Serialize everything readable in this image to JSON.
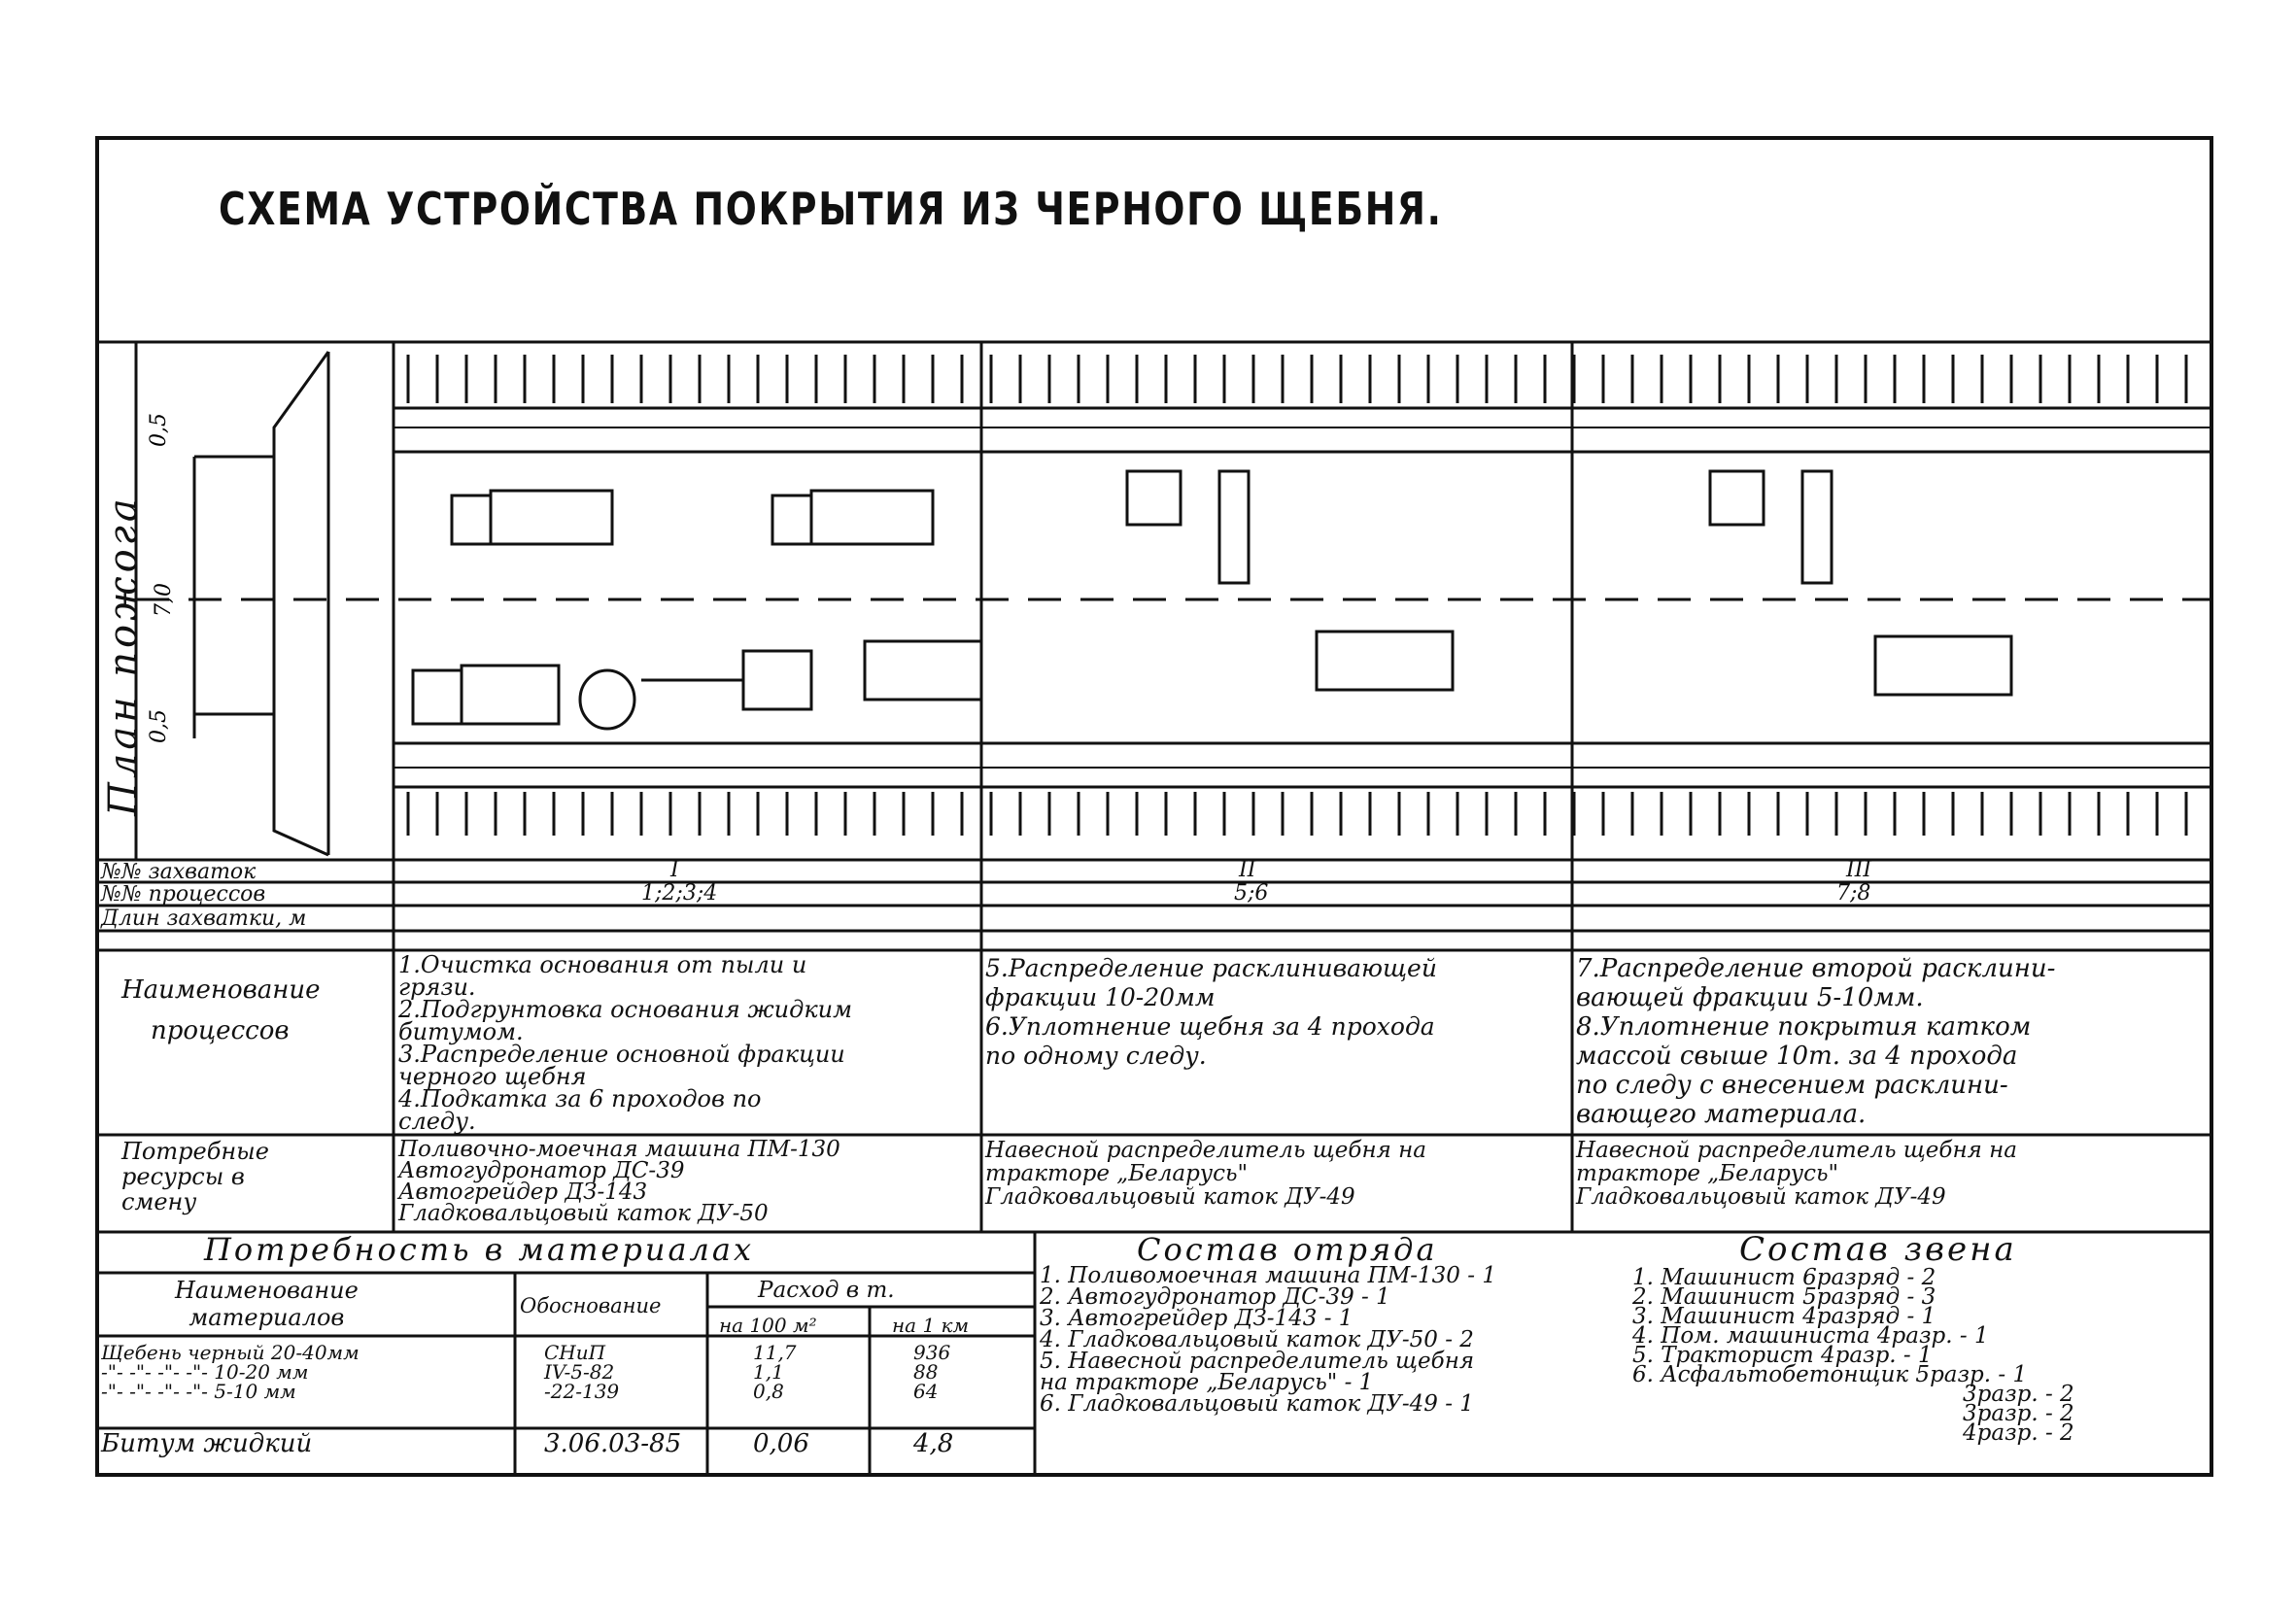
{
  "title": "СХЕМА УСТРОЙСТВА ПОКРЫТИЯ ИЗ ЧЕРНОГО ЩЕБНЯ.",
  "plan": {
    "side_label": "План пожога",
    "dims": [
      "0,5",
      "7,0",
      "0,5"
    ]
  },
  "rows": {
    "captures_label": "№№ захваток",
    "processes_label": "№№ процессов",
    "length_label": "Длин захватки, м",
    "captures": [
      "I",
      "II",
      "III"
    ],
    "processes": [
      "1;2;3;4",
      "5;6",
      "7;8"
    ]
  },
  "process_names": {
    "label": [
      "Наименование",
      "процессов"
    ],
    "col1": [
      "1.Очистка основания от пыли и",
      "грязи.",
      "2.Подгрунтовка основания жидким",
      "битумом.",
      "3.Распределение основной фракции",
      "черного щебня",
      "4.Подкатка за 6 проходов по",
      "следу."
    ],
    "col2": [
      "5.Распределение расклинивающей",
      "фракции 10-20мм",
      "6.Уплотнение щебня за 4 прохода",
      "по одному следу."
    ],
    "col3": [
      "7.Распределение второй расклини-",
      "вающей фракции 5-10мм.",
      "8.Уплотнение покрытия катком",
      "массой свыше 10т. за 4 прохода",
      "по следу с внесением расклини-",
      "вающего материала."
    ]
  },
  "resources": {
    "label": [
      "Потребные",
      "ресурсы в",
      "смену"
    ],
    "col1": [
      "Поливочно-моечная машина ПМ-130",
      "Автогудронатор ДС-39",
      "Автогрейдер ДЗ-143",
      "Гладковальцовый каток ДУ-50"
    ],
    "col2": [
      "Навесной распределитель щебня на",
      "тракторе „Беларусь\"",
      "Гладковальцовый каток ДУ-49"
    ],
    "col3": [
      "Навесной распределитель щебня на",
      "тракторе „Беларусь\"",
      "Гладковальцовый каток ДУ-49"
    ]
  },
  "materials": {
    "heading": "Потребность в материалах",
    "col_name": [
      "Наименование",
      "материалов"
    ],
    "col_basis": "Обоснование",
    "col_rate": "Расход в т.",
    "col_per100": "на 100 м²",
    "col_per1km": "на 1 км",
    "rows": [
      {
        "name": "Щебень черный 20-40мм",
        "basis": "СНиП",
        "p100": "11,7",
        "p1km": "936"
      },
      {
        "name": "-\"- -\"- -\"- -\"- 10-20 мм",
        "basis": "IV-5-82",
        "p100": "1,1",
        "p1km": "88"
      },
      {
        "name": "-\"- -\"- -\"- -\"- 5-10 мм",
        "basis": "-22-139",
        "p100": "0,8",
        "p1km": "64"
      },
      {
        "name": "Битум жидкий",
        "basis": "3.06.03-85",
        "p100": "0,06",
        "p1km": "4,8"
      }
    ]
  },
  "squad": {
    "heading": "Состав отряда",
    "items": [
      "1. Поливомоечная машина ПМ-130 - 1",
      "2. Автогудронатор ДС-39 - 1",
      "3. Автогрейдер ДЗ-143 - 1",
      "4. Гладковальцовый каток ДУ-50 - 2",
      "5. Навесной распределитель щебня",
      "на тракторе „Беларусь\" - 1",
      "6. Гладковальцовый каток ДУ-49 - 1"
    ]
  },
  "crew": {
    "heading": "Состав звена",
    "items": [
      "1. Машинист 6разряд - 2",
      "2. Машинист 5разряд - 3",
      "3. Машинист 4разряд - 1",
      "4. Пом. машиниста 4разр. - 1",
      "5. Тракторист 4разр. - 1",
      "6. Асфальтобетонщик 5разр. - 1",
      "3разр. - 2",
      "3разр. - 2",
      "4разр. - 2"
    ]
  }
}
